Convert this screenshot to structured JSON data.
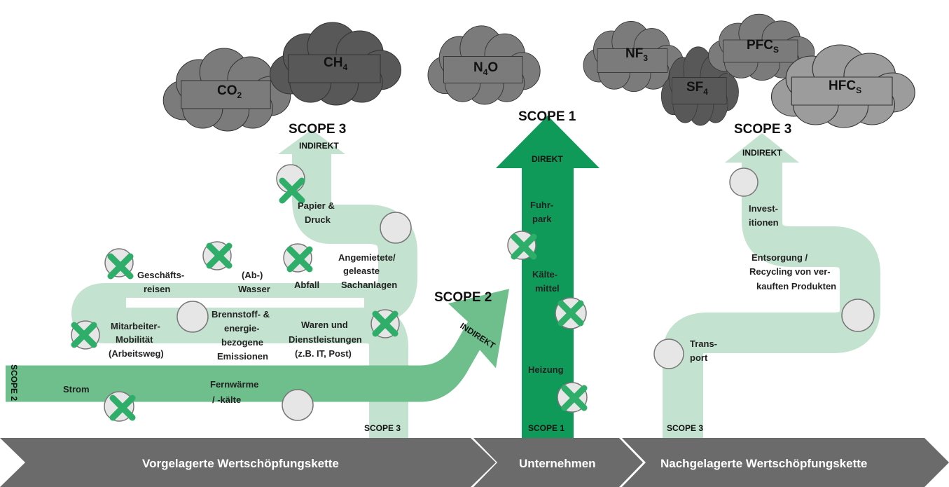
{
  "gases": {
    "co2": {
      "main": "CO",
      "sub": "2"
    },
    "ch4": {
      "main": "CH",
      "sub": "4"
    },
    "n4o": {
      "main": "N",
      "sub": "4",
      "tail": "O"
    },
    "nf3": {
      "main": "NF",
      "sub": "3"
    },
    "sf4": {
      "main": "SF",
      "sub": "4"
    },
    "pfcs": {
      "main": "PFC",
      "sub": "S"
    },
    "hfcs": {
      "main": "HFC",
      "sub": "S"
    }
  },
  "scopes": {
    "scope3_up_top": "SCOPE 3",
    "scope1_top": "SCOPE 1",
    "scope3_down_top": "SCOPE 3",
    "scope2_big": "SCOPE 2",
    "scope2_side": "SCOPE 2",
    "scope3_up_base": "SCOPE 3",
    "scope1_base": "SCOPE 1",
    "scope3_down_base": "SCOPE 3"
  },
  "arrow_tags": {
    "indirekt_up": "INDIREKT",
    "direkt": "DIREKT",
    "indirekt_down": "INDIREKT",
    "indirekt_scope2": "INDIREKT"
  },
  "items": {
    "papier1": "Papier &",
    "papier2": "Druck",
    "angemietete1": "Angemietete/",
    "angemietete2": "geleaste",
    "angemietete3": "Sachanlagen",
    "geschaefts1": "Geschäfts-",
    "geschaefts2": "reisen",
    "wasser1": "(Ab-)",
    "wasser2": "Wasser",
    "abfall": "Abfall",
    "mitarbeiter1": "Mitarbeiter-",
    "mitarbeiter2": "Mobilität",
    "mitarbeiter3": "(Arbeitsweg)",
    "brennstoff1": "Brennstoff- &",
    "brennstoff2": "energie-",
    "brennstoff3": "bezogene",
    "brennstoff4": "Emissionen",
    "waren1": "Waren und",
    "waren2": "Dienstleistungen",
    "waren3": "(z.B. IT, Post)",
    "strom": "Strom",
    "fernwaerme1": "Fernwärme",
    "fernwaerme2": "/ -kälte",
    "fuhrpark1": "Fuhr-",
    "fuhrpark2": "park",
    "kaelte1": "Kälte-",
    "kaelte2": "mittel",
    "heizung": "Heizung",
    "invest1": "Invest-",
    "invest2": "itionen",
    "entsorgung1": "Entsorgung /",
    "entsorgung2": "Recycling von ver-",
    "entsorgung3": "kauften Produkten",
    "transport1": "Trans-",
    "transport2": "port"
  },
  "chain": {
    "upstream": "Vorgelagerte Wertschöpfungskette",
    "company": "Unternehmen",
    "downstream": "Nachgelagerte Wertschöpfungskette"
  },
  "colors": {
    "light_green": "#c3e2cf",
    "mid_green": "#6fbf8d",
    "dark_green": "#109a5a",
    "cross_green": "#2fae6a",
    "chevron_gray": "#6b6b6b",
    "cloud_dark": "#585858",
    "cloud_mid": "#7b7b7b",
    "cloud_light": "#9c9c9c"
  }
}
